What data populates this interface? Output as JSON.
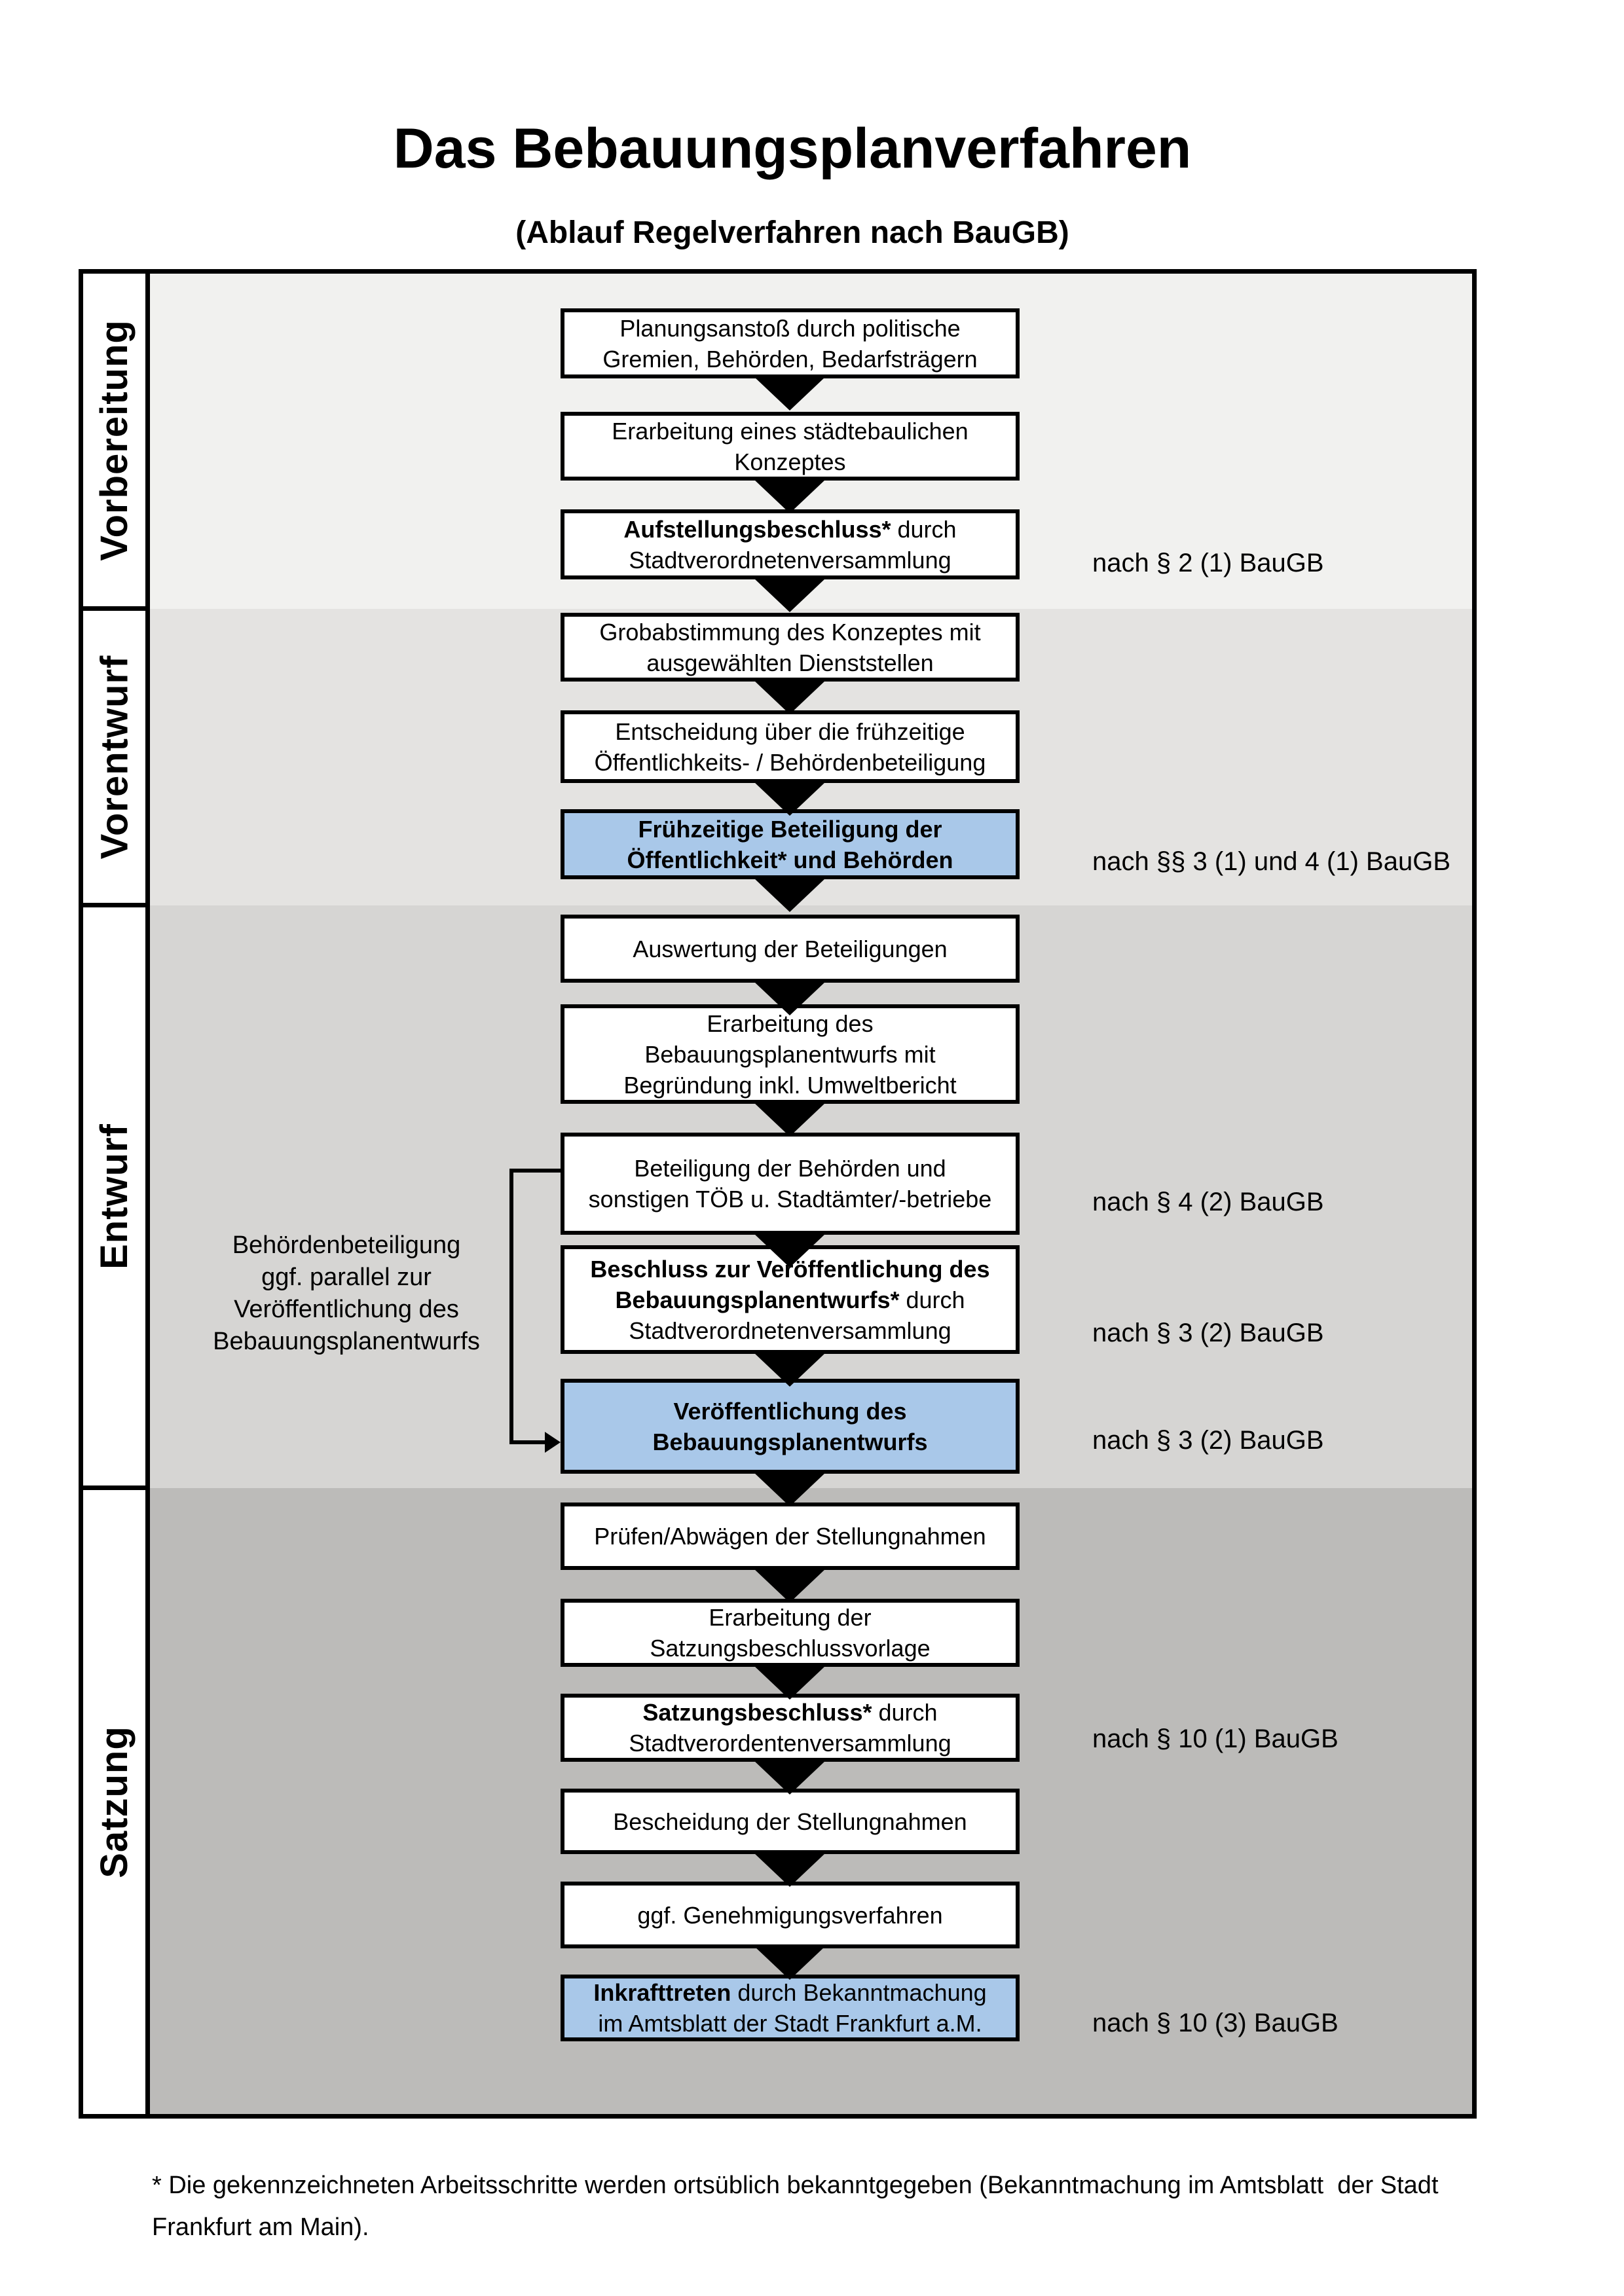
{
  "title": "Das Bebauungsplanverfahren",
  "subtitle": "(Ablauf Regelverfahren nach BauGB)",
  "colors": {
    "highlight_blue": "#a9c8e9",
    "band_vorbereitung": "#f1f1ef",
    "band_vorentwurf": "#e4e3e1",
    "band_entwurf": "#d6d5d3",
    "band_satzung": "#bcbbb9",
    "box_border": "#000000"
  },
  "phases": [
    {
      "label": "Vorbereitung",
      "boxes": [
        {
          "highlighted": false,
          "segments": [
            {
              "bold": false,
              "text": "Planungsanstoß durch politische\nGremien, Behörden, Bedarfsträgern"
            }
          ]
        },
        {
          "highlighted": false,
          "segments": [
            {
              "bold": false,
              "text": "Erarbeitung eines städtebaulichen\nKonzeptes"
            }
          ]
        },
        {
          "highlighted": false,
          "segments": [
            {
              "bold": true,
              "text": "Aufstellungsbeschluss*"
            },
            {
              "bold": false,
              "text": " durch\nStadtverordnetenversammlung"
            }
          ]
        }
      ]
    },
    {
      "label": "Vorentwurf",
      "boxes": [
        {
          "highlighted": false,
          "segments": [
            {
              "bold": false,
              "text": "Grobabstimmung des Konzeptes mit\nausgewählten Dienststellen"
            }
          ]
        },
        {
          "highlighted": false,
          "segments": [
            {
              "bold": false,
              "text": "Entscheidung über die frühzeitige\nÖffentlichkeits- / Behördenbeteiligung"
            }
          ]
        },
        {
          "highlighted": true,
          "segments": [
            {
              "bold": true,
              "text": "Frühzeitige Beteiligung der\nÖffentlichkeit* und Behörden"
            }
          ]
        }
      ]
    },
    {
      "label": "Entwurf",
      "boxes": [
        {
          "highlighted": false,
          "segments": [
            {
              "bold": false,
              "text": "Auswertung der Beteiligungen"
            }
          ]
        },
        {
          "highlighted": false,
          "segments": [
            {
              "bold": false,
              "text": "Erarbeitung des\nBebauungsplanentwurfs mit\nBegründung inkl. Umweltbericht"
            }
          ]
        },
        {
          "highlighted": false,
          "segments": [
            {
              "bold": false,
              "text": "Beteiligung der Behörden und\nsonstigen TÖB u. Stadtämter/-betriebe"
            }
          ]
        },
        {
          "highlighted": false,
          "segments": [
            {
              "bold": true,
              "text": "Beschluss zur Veröffentlichung des\nBebauungsplanentwurfs*"
            },
            {
              "bold": false,
              "text": " durch\nStadtverordnetenversammlung"
            }
          ]
        },
        {
          "highlighted": true,
          "segments": [
            {
              "bold": true,
              "text": "Veröffentlichung des\nBebauungsplanentwurfs"
            }
          ]
        }
      ]
    },
    {
      "label": "Satzung",
      "boxes": [
        {
          "highlighted": false,
          "segments": [
            {
              "bold": false,
              "text": "Prüfen/Abwägen der Stellungnahmen"
            }
          ]
        },
        {
          "highlighted": false,
          "segments": [
            {
              "bold": false,
              "text": "Erarbeitung der\nSatzungsbeschlussvorlage"
            }
          ]
        },
        {
          "highlighted": false,
          "segments": [
            {
              "bold": true,
              "text": "Satzungsbeschluss*"
            },
            {
              "bold": false,
              "text": " durch\nStadtverordentenversammlung"
            }
          ]
        },
        {
          "highlighted": false,
          "segments": [
            {
              "bold": false,
              "text": "Bescheidung der Stellungnahmen"
            }
          ]
        },
        {
          "highlighted": false,
          "segments": [
            {
              "bold": false,
              "text": "ggf. Genehmigungsverfahren"
            }
          ]
        },
        {
          "highlighted": true,
          "segments": [
            {
              "bold": true,
              "text": "Inkrafttreten"
            },
            {
              "bold": false,
              "text": " durch Bekanntmachung\nim Amtsblatt der Stadt Frankfurt a.M."
            }
          ]
        }
      ]
    }
  ],
  "legal_annotations": [
    {
      "text": "nach § 2 (1) BauGB"
    },
    {
      "text": "nach §§ 3 (1) und 4 (1) BauGB"
    },
    {
      "text": "nach § 4 (2) BauGB"
    },
    {
      "text": "nach § 3 (2) BauGB"
    },
    {
      "text": "nach § 3 (2) BauGB"
    },
    {
      "text": "nach § 10 (1) BauGB"
    },
    {
      "text": "nach § 10 (3) BauGB"
    }
  ],
  "side_note": "Behördenbeteiligung\nggf. parallel zur\nVeröffentlichung des\nBebauungsplanentwurfs",
  "footnote": "* Die gekennzeichneten Arbeitsschritte werden ortsüblich bekanntgegeben (Bekanntmachung im Amtsblatt  der Stadt\nFrankfurt am Main)."
}
